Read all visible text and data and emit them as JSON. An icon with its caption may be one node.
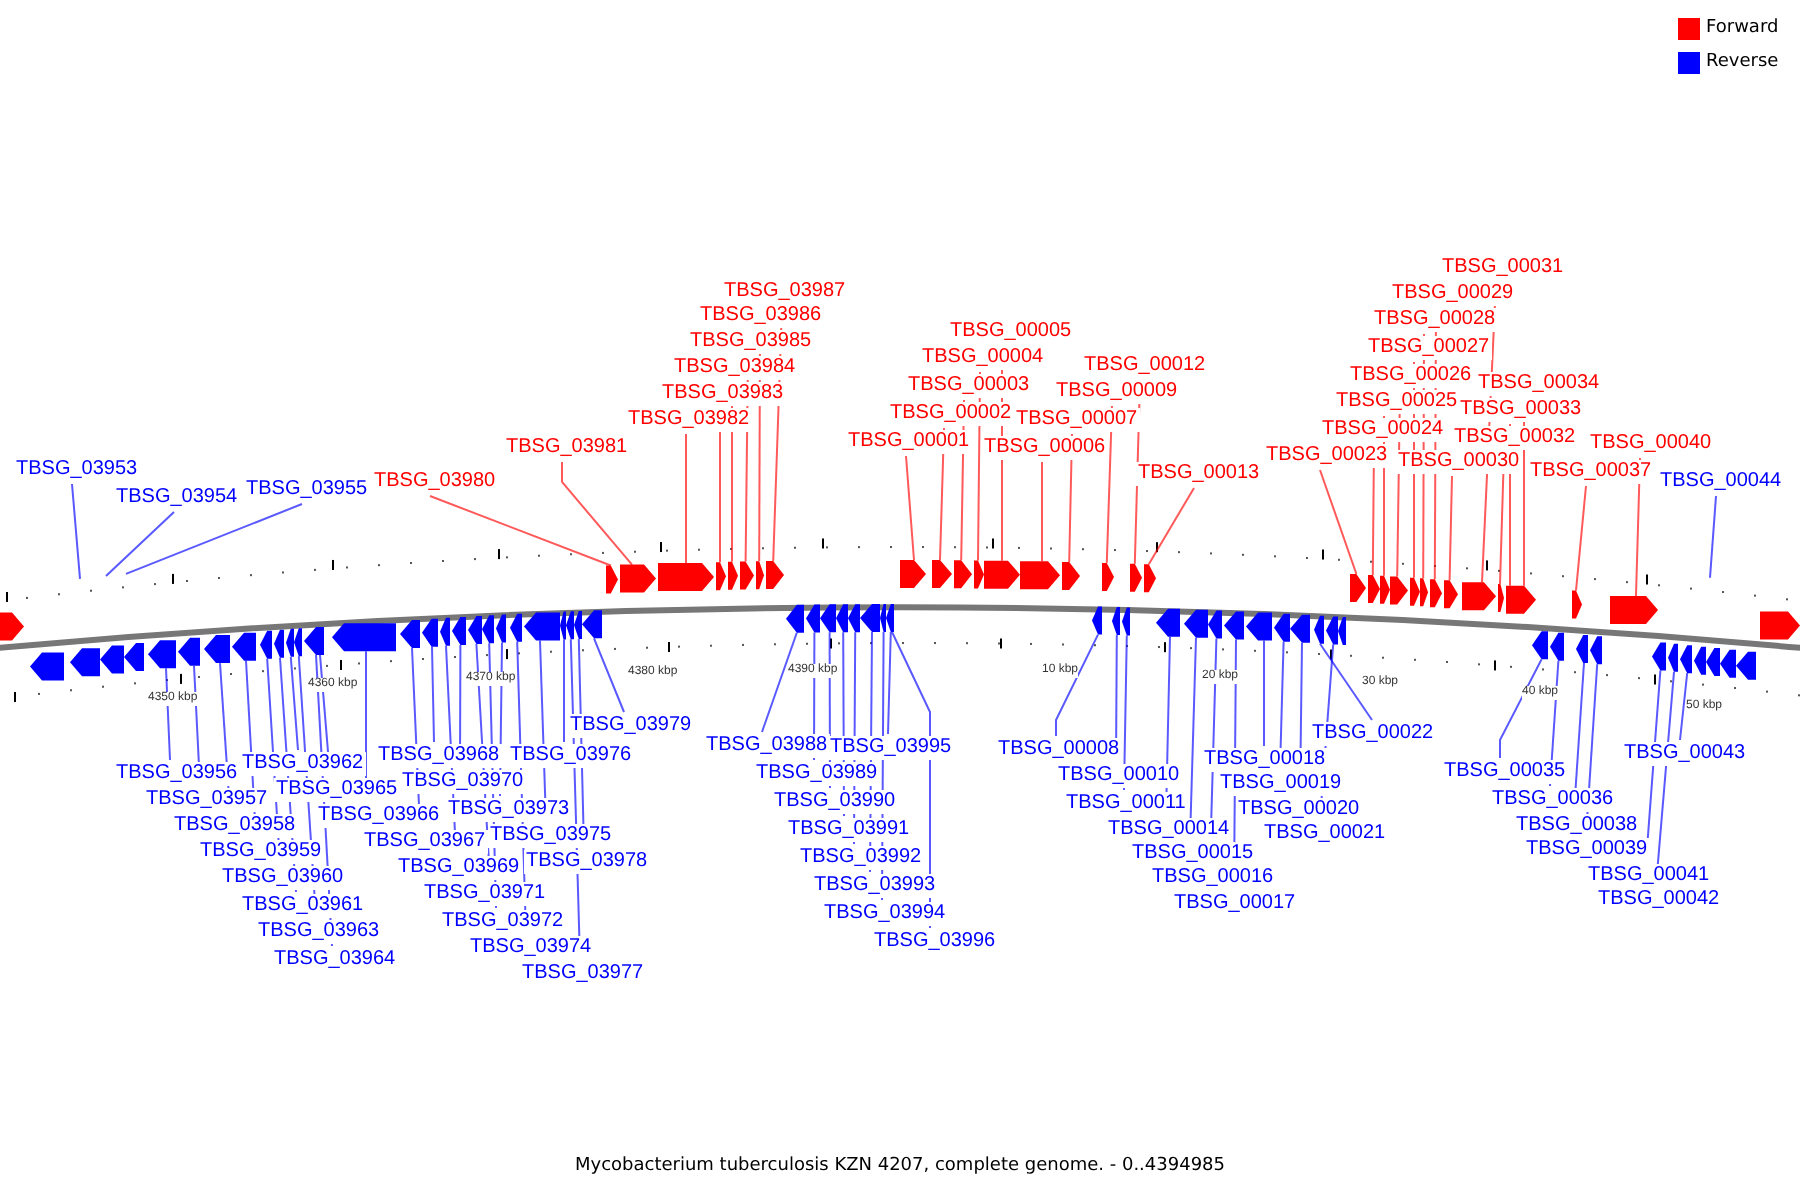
{
  "diagram": {
    "caption": "Mycobacterium tuberculosis KZN 4207, complete genome. - 0..4394985",
    "nodes": [
      {
        "text": [
          "TBSG_03953"
        ]
      },
      {
        "text": [
          "TBSG_03954"
        ]
      },
      {
        "text": [
          "TBSG_03955"
        ]
      },
      {
        "text": [
          "TBSG_03980"
        ]
      },
      {
        "text": [
          "TBSG_03981"
        ]
      },
      {
        "text": [
          "TBSG_03982"
        ]
      },
      {
        "text": [
          "TBSG_03983"
        ]
      },
      {
        "text": [
          "TBSG_03984"
        ]
      },
      {
        "text": [
          "TBSG_03985"
        ]
      },
      {
        "text": [
          "TBSG_03986"
        ]
      },
      {
        "text": [
          "TBSG_03987"
        ]
      },
      {
        "text": [
          "TBSG_00001"
        ]
      },
      {
        "text": [
          "TBSG_00002"
        ]
      },
      {
        "text": [
          "TBSG_00003"
        ]
      },
      {
        "text": [
          "TBSG_00004"
        ]
      },
      {
        "text": [
          "TBSG_00005"
        ]
      },
      {
        "text": [
          "TBSG_00006"
        ]
      },
      {
        "text": [
          "TBSG_00007"
        ]
      },
      {
        "text": [
          "TBSG_00009"
        ]
      },
      {
        "text": [
          "TBSG_00012"
        ]
      },
      {
        "text": [
          "TBSG_00013"
        ]
      },
      {
        "text": [
          "TBSG_00023"
        ]
      },
      {
        "text": [
          "TBSG_00024"
        ]
      },
      {
        "text": [
          "TBSG_00025"
        ]
      },
      {
        "text": [
          "TBSG_00026"
        ]
      },
      {
        "text": [
          "TBSG_00027"
        ]
      },
      {
        "text": [
          "TBSG_00028"
        ]
      },
      {
        "text": [
          "TBSG_00029"
        ]
      },
      {
        "text": [
          "TBSG_00031"
        ]
      },
      {
        "text": [
          "TBSG_00030"
        ]
      },
      {
        "text": [
          "TBSG_00032"
        ]
      },
      {
        "text": [
          "TBSG_00033"
        ]
      },
      {
        "text": [
          "TBSG_00034"
        ]
      },
      {
        "text": [
          "TBSG_00037"
        ]
      },
      {
        "text": [
          "TBSG_00040"
        ]
      },
      {
        "text": [
          "TBSG_00044"
        ]
      },
      {
        "text": [
          "TBSG_03956"
        ]
      },
      {
        "text": [
          "TBSG_03957"
        ]
      },
      {
        "text": [
          "TBSG_03958"
        ]
      },
      {
        "text": [
          "TBSG_03959"
        ]
      },
      {
        "text": [
          "TBSG_03960"
        ]
      },
      {
        "text": [
          "TBSG_03961"
        ]
      },
      {
        "text": [
          "TBSG_03962"
        ]
      },
      {
        "text": [
          "TBSG_03963"
        ]
      },
      {
        "text": [
          "TBSG_03964"
        ]
      },
      {
        "text": [
          "TBSG_03965"
        ]
      },
      {
        "text": [
          "TBSG_03966"
        ]
      },
      {
        "text": [
          "TBSG_03967"
        ]
      },
      {
        "text": [
          "TBSG_03968"
        ]
      },
      {
        "text": [
          "TBSG_03969"
        ]
      },
      {
        "text": [
          "TBSG_03970"
        ]
      },
      {
        "text": [
          "TBSG_03971"
        ]
      },
      {
        "text": [
          "TBSG_03972"
        ]
      },
      {
        "text": [
          "TBSG_03973"
        ]
      },
      {
        "text": [
          "TBSG_03974"
        ]
      },
      {
        "text": [
          "TBSG_03975"
        ]
      },
      {
        "text": [
          "TBSG_03976"
        ]
      },
      {
        "text": [
          "TBSG_03977"
        ]
      },
      {
        "text": [
          "TBSG_03978"
        ]
      },
      {
        "text": [
          "TBSG_03979"
        ]
      },
      {
        "text": [
          "TBSG_03988"
        ]
      },
      {
        "text": [
          "TBSG_03989"
        ]
      },
      {
        "text": [
          "TBSG_03990"
        ]
      },
      {
        "text": [
          "TBSG_03991"
        ]
      },
      {
        "text": [
          "TBSG_03992"
        ]
      },
      {
        "text": [
          "TBSG_03993"
        ]
      },
      {
        "text": [
          "TBSG_03994"
        ]
      },
      {
        "text": [
          "TBSG_03995"
        ]
      },
      {
        "text": [
          "TBSG_03996"
        ]
      },
      {
        "text": [
          "TBSG_00008"
        ]
      },
      {
        "text": [
          "TBSG_00010"
        ]
      },
      {
        "text": [
          "TBSG_00011"
        ]
      },
      {
        "text": [
          "TBSG_00014"
        ]
      },
      {
        "text": [
          "TBSG_00015"
        ]
      },
      {
        "text": [
          "TBSG_00016"
        ]
      },
      {
        "text": [
          "TBSG_00017"
        ]
      },
      {
        "text": [
          "TBSG_00018"
        ]
      },
      {
        "text": [
          "TBSG_00019"
        ]
      },
      {
        "text": [
          "TBSG_00020"
        ]
      },
      {
        "text": [
          "TBSG_00021"
        ]
      },
      {
        "text": [
          "TBSG_00022"
        ]
      },
      {
        "text": [
          "TBSG_00035"
        ]
      },
      {
        "text": [
          "TBSG_00036"
        ]
      },
      {
        "text": [
          "TBSG_00038"
        ]
      },
      {
        "text": [
          "TBSG_00039"
        ]
      },
      {
        "text": [
          "TBSG_00041"
        ]
      },
      {
        "text": [
          "TBSG_00042"
        ]
      },
      {
        "text": [
          "TBSG_00043"
        ]
      },
      {
        "text": [],
        "shape": "arrow"
      },
      {
        "text": [],
        "shape": "arrow"
      },
      {
        "text": [],
        "shape": "arrow"
      },
      {
        "text": [],
        "shape": "arrow"
      },
      {
        "text": [],
        "shape": "arrow"
      },
      {
        "text": [],
        "shape": "arrow"
      },
      {
        "text": [],
        "shape": "arrow"
      },
      {
        "text": [],
        "shape": "arrow"
      },
      {
        "text": [],
        "shape": "arrow"
      },
      {
        "text": [],
        "shape": "arrow"
      },
      {
        "text": [],
        "shape": "arrow"
      },
      {
        "text": [],
        "shape": "arrow"
      },
      {
        "text": [],
        "shape": "arrow"
      },
      {
        "text": [],
        "shape": "arrow"
      },
      {
        "text": [],
        "shape": "arrow"
      },
      {
        "text": [],
        "shape": "arrow"
      },
      {
        "text": [],
        "shape": "arrow"
      },
      {
        "text": [],
        "shape": "arrow"
      },
      {
        "text": [],
        "shape": "arrow"
      },
      {
        "text": [],
        "shape": "arrow"
      },
      {
        "text": [],
        "shape": "arrow"
      },
      {
        "text": [],
        "shape": "arrow"
      },
      {
        "text": [],
        "shape": "arrow"
      },
      {
        "text": [],
        "shape": "arrow"
      },
      {
        "text": [],
        "shape": "arrow"
      },
      {
        "text": [],
        "shape": "arrow"
      },
      {
        "text": [],
        "shape": "arrow"
      },
      {
        "text": [],
        "shape": "arrow"
      },
      {
        "text": [],
        "shape": "arrow"
      },
      {
        "text": [],
        "shape": "arrow"
      },
      {
        "text": [],
        "shape": "arrow"
      },
      {
        "text": [],
        "shape": "arrow"
      },
      {
        "text": [],
        "shape": "arrow"
      },
      {
        "text": [],
        "shape": "arrow"
      },
      {
        "text": [],
        "shape": "arrow"
      },
      {
        "text": [],
        "shape": "arrow"
      },
      {
        "text": [],
        "shape": "arrow"
      },
      {
        "text": [],
        "shape": "arrow"
      },
      {
        "text": [],
        "shape": "arrow"
      },
      {
        "text": [],
        "shape": "arrow"
      },
      {
        "text": [],
        "shape": "arrow"
      },
      {
        "text": [],
        "shape": "arrow"
      },
      {
        "text": [],
        "shape": "arrow"
      },
      {
        "text": [],
        "shape": "arrow"
      },
      {
        "text": [],
        "shape": "arrow"
      },
      {
        "text": [],
        "shape": "arrow"
      },
      {
        "text": [],
        "shape": "arrow"
      },
      {
        "text": [],
        "shape": "arrow"
      },
      {
        "text": [],
        "shape": "arrow"
      },
      {
        "text": [],
        "shape": "arrow"
      },
      {
        "text": [],
        "shape": "arrow"
      },
      {
        "text": [],
        "shape": "arrow"
      },
      {
        "text": [],
        "shape": "arrow"
      },
      {
        "text": [],
        "shape": "arrow"
      },
      {
        "text": [],
        "shape": "arrow"
      },
      {
        "text": [],
        "shape": "arrow"
      },
      {
        "text": [],
        "shape": "arrow"
      },
      {
        "text": [],
        "shape": "arrow"
      },
      {
        "text": [],
        "shape": "arrow"
      },
      {
        "text": [],
        "shape": "arrow"
      },
      {
        "text": [],
        "shape": "arrow"
      },
      {
        "text": [],
        "shape": "arrow"
      },
      {
        "text": [],
        "shape": "arrow"
      },
      {
        "text": [],
        "shape": "arrow"
      },
      {
        "text": [],
        "shape": "arrow"
      },
      {
        "text": [],
        "shape": "arrow"
      },
      {
        "text": [],
        "shape": "arrow"
      },
      {
        "text": [],
        "shape": "arrow"
      },
      {
        "text": [],
        "shape": "arrow"
      },
      {
        "text": [],
        "shape": "arrow"
      },
      {
        "text": [],
        "shape": "arrow"
      },
      {
        "text": [],
        "shape": "arrow"
      },
      {
        "text": [],
        "shape": "arrow"
      },
      {
        "text": [],
        "shape": "arrow"
      },
      {
        "text": [],
        "shape": "arrow"
      },
      {
        "text": [],
        "shape": "arrow"
      },
      {
        "text": [],
        "shape": "arrow"
      },
      {
        "text": [],
        "shape": "arrow"
      },
      {
        "text": [],
        "shape": "arrow"
      },
      {
        "text": [],
        "shape": "arrow"
      },
      {
        "text": [],
        "shape": "arrow"
      },
      {
        "text": [],
        "shape": "arrow"
      },
      {
        "text": [],
        "shape": "arrow"
      },
      {
        "text": [],
        "shape": "arrow"
      },
      {
        "text": [],
        "shape": "arrow"
      },
      {
        "text": [],
        "shape": "arrow"
      },
      {
        "text": [],
        "shape": "arrow"
      },
      {
        "text": [],
        "shape": "arrow"
      },
      {
        "text": [],
        "shape": "arrow"
      },
      {
        "text": [],
        "shape": "arrow"
      },
      {
        "text": [],
        "shape": "arrow"
      },
      {
        "text": [],
        "shape": "arrow"
      }
    ],
    "edges": [
      {
        "from": 0,
        "to": null,
        "arrow": "none"
      },
      {
        "from": 1,
        "to": null,
        "arrow": "none"
      },
      {
        "from": 2,
        "to": null,
        "arrow": "none"
      },
      {
        "from": 3,
        "to": 89,
        "arrow": "none",
        "color": "#ff0000"
      },
      {
        "from": 4,
        "to": 90,
        "arrow": "none",
        "color": "#ff0000"
      },
      {
        "from": 5,
        "to": 91,
        "arrow": "none",
        "color": "#ff0000"
      },
      {
        "from": 6,
        "to": 92,
        "arrow": "none",
        "color": "#ff0000"
      },
      {
        "from": 7,
        "to": 93,
        "arrow": "none",
        "color": "#ff0000"
      },
      {
        "from": 8,
        "to": 94,
        "arrow": "none",
        "color": "#ff0000"
      },
      {
        "from": 9,
        "to": 95,
        "arrow": "none",
        "color": "#ff0000"
      },
      {
        "from": 10,
        "to": 96,
        "arrow": "none",
        "color": "#ff0000"
      },
      {
        "from": 11,
        "to": 97,
        "arrow": "none",
        "color": "#ff0000"
      },
      {
        "from": 12,
        "to": 98,
        "arrow": "none",
        "color": "#ff0000"
      },
      {
        "from": 13,
        "to": 99,
        "arrow": "none",
        "color": "#ff0000"
      },
      {
        "from": 14,
        "to": 100,
        "arrow": "none",
        "color": "#ff0000"
      },
      {
        "from": 15,
        "to": 101,
        "arrow": "none",
        "color": "#ff0000"
      },
      {
        "from": 16,
        "to": 102,
        "arrow": "none",
        "color": "#ff0000"
      },
      {
        "from": 17,
        "to": 103,
        "arrow": "none",
        "color": "#ff0000"
      },
      {
        "from": 18,
        "to": 104,
        "arrow": "none",
        "color": "#ff0000"
      },
      {
        "from": 19,
        "to": 105,
        "arrow": "none",
        "color": "#ff0000"
      },
      {
        "from": 20,
        "to": 106,
        "arrow": "none",
        "color": "#ff0000"
      },
      {
        "from": 21,
        "to": 107,
        "arrow": "none",
        "color": "#ff0000"
      },
      {
        "from": 22,
        "to": 108,
        "arrow": "none",
        "color": "#ff0000"
      },
      {
        "from": 23,
        "to": 109,
        "arrow": "none",
        "color": "#ff0000"
      },
      {
        "from": 24,
        "to": 110,
        "arrow": "none",
        "color": "#ff0000"
      },
      {
        "from": 25,
        "to": 111,
        "arrow": "none",
        "color": "#ff0000"
      },
      {
        "from": 26,
        "to": 112,
        "arrow": "none",
        "color": "#ff0000"
      },
      {
        "from": 27,
        "to": 113,
        "arrow": "none",
        "color": "#ff0000"
      },
      {
        "from": 28,
        "to": 115,
        "arrow": "none",
        "color": "#ff0000"
      },
      {
        "from": 29,
        "to": 114,
        "arrow": "none",
        "color": "#ff0000"
      },
      {
        "from": 30,
        "to": 116,
        "arrow": "none",
        "color": "#ff0000"
      },
      {
        "from": 31,
        "to": 117,
        "arrow": "none",
        "color": "#ff0000"
      },
      {
        "from": 32,
        "to": 117,
        "arrow": "none",
        "color": "#ff0000"
      },
      {
        "from": 33,
        "to": 118,
        "arrow": "none",
        "color": "#ff0000"
      },
      {
        "from": 34,
        "to": 119,
        "arrow": "none",
        "color": "#ff0000"
      },
      {
        "from": 35,
        "to": null,
        "arrow": "none"
      },
      {
        "from": 36,
        "to": 125,
        "arrow": "none"
      },
      {
        "from": 37,
        "to": 126,
        "arrow": "none"
      },
      {
        "from": 38,
        "to": 127,
        "arrow": "none"
      },
      {
        "from": 39,
        "to": 128,
        "arrow": "none"
      },
      {
        "from": 40,
        "to": 129,
        "arrow": "none"
      },
      {
        "from": 41,
        "to": 130,
        "arrow": "none"
      },
      {
        "from": 42,
        "to": 131,
        "arrow": "none"
      },
      {
        "from": 43,
        "to": 132,
        "arrow": "none"
      },
      {
        "from": 44,
        "to": 133,
        "arrow": "none"
      },
      {
        "from": 45,
        "to": 133,
        "arrow": "none"
      },
      {
        "from": 46,
        "to": 134,
        "arrow": "none"
      },
      {
        "from": 47,
        "to": 135,
        "arrow": "none"
      },
      {
        "from": 48,
        "to": 136,
        "arrow": "none"
      },
      {
        "from": 49,
        "to": 137,
        "arrow": "none"
      },
      {
        "from": 50,
        "to": 138,
        "arrow": "none"
      },
      {
        "from": 51,
        "to": 139,
        "arrow": "none"
      },
      {
        "from": 52,
        "to": 140,
        "arrow": "none"
      },
      {
        "from": 53,
        "to": 141,
        "arrow": "none"
      },
      {
        "from": 54,
        "to": 142,
        "arrow": "none"
      },
      {
        "from": 55,
        "to": 143,
        "arrow": "none"
      },
      {
        "from": 56,
        "to": 144,
        "arrow": "none"
      },
      {
        "from": 57,
        "to": 145,
        "arrow": "none"
      },
      {
        "from": 58,
        "to": 146,
        "arrow": "none"
      },
      {
        "from": 59,
        "to": 147,
        "arrow": "none"
      },
      {
        "from": 60,
        "to": 148,
        "arrow": "none"
      },
      {
        "from": 61,
        "to": 149,
        "arrow": "none"
      },
      {
        "from": 62,
        "to": 150,
        "arrow": "none"
      },
      {
        "from": 63,
        "to": 151,
        "arrow": "none"
      },
      {
        "from": 64,
        "to": 152,
        "arrow": "none"
      },
      {
        "from": 65,
        "to": 153,
        "arrow": "none"
      },
      {
        "from": 66,
        "to": 154,
        "arrow": "none"
      },
      {
        "from": 67,
        "to": 155,
        "arrow": "none"
      },
      {
        "from": 68,
        "to": 155,
        "arrow": "none"
      },
      {
        "from": 69,
        "to": 156,
        "arrow": "none"
      },
      {
        "from": 70,
        "to": 157,
        "arrow": "none"
      },
      {
        "from": 71,
        "to": 158,
        "arrow": "none"
      },
      {
        "from": 72,
        "to": 159,
        "arrow": "none"
      },
      {
        "from": 73,
        "to": 160,
        "arrow": "none"
      },
      {
        "from": 74,
        "to": 161,
        "arrow": "none"
      },
      {
        "from": 75,
        "to": 162,
        "arrow": "none"
      },
      {
        "from": 76,
        "to": 163,
        "arrow": "none"
      },
      {
        "from": 77,
        "to": 164,
        "arrow": "none"
      },
      {
        "from": 78,
        "to": 165,
        "arrow": "none"
      },
      {
        "from": 79,
        "to": 167,
        "arrow": "none"
      },
      {
        "from": 80,
        "to": 166,
        "arrow": "none"
      },
      {
        "from": 81,
        "to": 169,
        "arrow": "none"
      },
      {
        "from": 82,
        "to": 170,
        "arrow": "none"
      },
      {
        "from": 83,
        "to": 171,
        "arrow": "none"
      },
      {
        "from": 84,
        "to": 172,
        "arrow": "none"
      },
      {
        "from": 85,
        "to": 173,
        "arrow": "none"
      },
      {
        "from": 86,
        "to": 174,
        "arrow": "none"
      },
      {
        "from": 87,
        "to": 175,
        "arrow": "none"
      }
    ],
    "labels": [
      "4350 kbp",
      "4360 kbp",
      "4370 kbp",
      "4380 kbp",
      "4390 kbp",
      "10 kbp",
      "20 kbp",
      "30 kbp",
      "40 kbp",
      "50 kbp"
    ],
    "legend": [
      {
        "text": "Forward",
        "color": "#ff0000"
      },
      {
        "text": "Reverse",
        "color": "#0000ff"
      }
    ]
  }
}
